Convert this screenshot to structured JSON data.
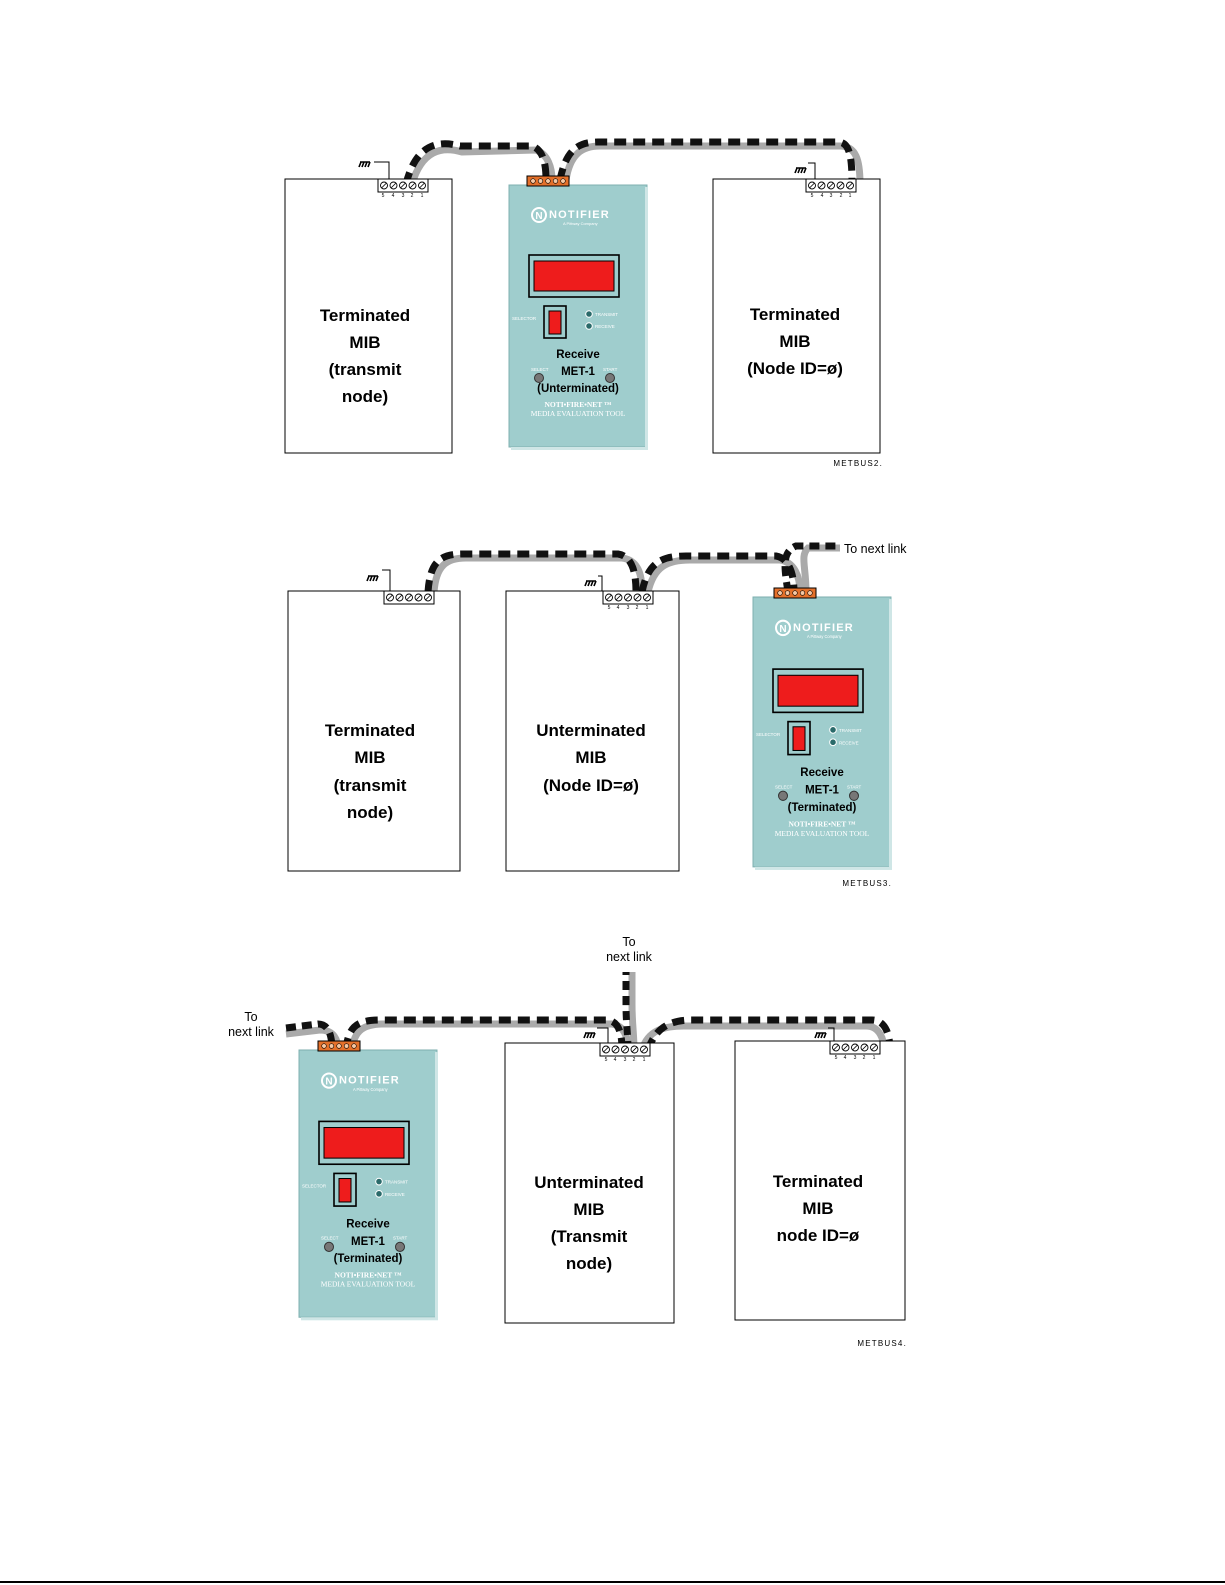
{
  "figures": [
    {
      "mibs": [
        {
          "lines": [
            "Terminated",
            "MIB",
            "(transmit",
            "node)"
          ]
        },
        {
          "lines": [
            "Terminated",
            "MIB",
            "(Node  ID=ø)"
          ]
        }
      ],
      "met": {
        "receive": "Receive",
        "model": "MET-1",
        "state": "(Unterminated)"
      },
      "figure_id": "METBUS2."
    },
    {
      "mibs": [
        {
          "lines": [
            "Terminated",
            "MIB",
            "(transmit",
            "node)"
          ]
        },
        {
          "lines": [
            "Unterminated",
            "MIB",
            "(Node  ID=ø)"
          ]
        }
      ],
      "met": {
        "receive": "Receive",
        "model": "MET-1",
        "state": "(Terminated)"
      },
      "link_label": "To  next  link",
      "figure_id": "METBUS3."
    },
    {
      "mibs": [
        {
          "lines": [
            "Unterminated",
            "MIB",
            "(Transmit",
            "node)"
          ]
        },
        {
          "lines": [
            "Terminated",
            "MIB",
            "node  ID=ø"
          ]
        }
      ],
      "met": {
        "receive": "Receive",
        "model": "MET-1",
        "state": "(Terminated)"
      },
      "link_label_left": [
        "To",
        "next link"
      ],
      "link_label_top": [
        "To",
        "next link"
      ],
      "figure_id": "METBUS4."
    }
  ],
  "met_device": {
    "brand": "NOTIFIER",
    "brand_sub": "A Pittway Company",
    "product_line": "NOTI•FIRE•NET ™",
    "product_name": "MEDIA EVALUATION TOOL",
    "selector_label": "SELECTOR",
    "led_labels": [
      "TRANSMIT",
      "RECEIVE"
    ],
    "button_labels": [
      "SELECT",
      "START"
    ]
  },
  "terminal_numbers": [
    "5",
    "4",
    "3",
    "2",
    "1"
  ],
  "colors": {
    "met_body": "#9fcdcd",
    "display": "#ee1c1c",
    "connector": "#e4702a",
    "cable_dark": "#111111",
    "cable_light": "#aaaaaa"
  }
}
